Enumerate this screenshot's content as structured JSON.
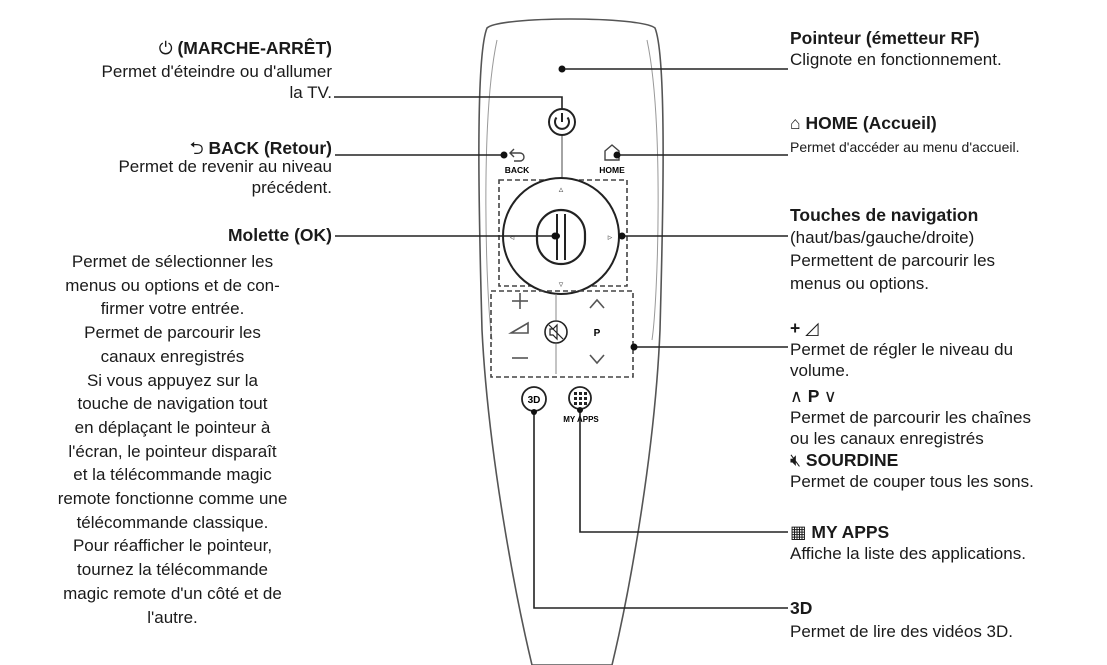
{
  "power": {
    "title": "(MARCHE-ARRÊT)",
    "desc": "Permet d'éteindre ou d'allumer\nla TV."
  },
  "back": {
    "title": "BACK (Retour)",
    "desc": "Permet de revenir au niveau\nprécédent."
  },
  "wheel": {
    "title": "Molette (OK)",
    "desc": "Permet de sélectionner les\nmenus ou options et de con-\nfirmer votre entrée.\nPermet de parcourir les\ncanaux enregistrés\nSi vous appuyez sur la\ntouche de navigation tout\nen déplaçant le pointeur à\nl'écran, le pointeur disparaît\net la télécommande magic\nremote fonctionne comme une\ntélécommande classique.\nPour réafficher le pointeur,\ntournez la télécommande\nmagic remote d'un côté et de\nl'autre."
  },
  "pointer": {
    "title": "Pointeur (émetteur RF)",
    "desc": "Clignote en fonctionnement."
  },
  "home": {
    "title": "HOME (Accueil)",
    "desc": "Permet d'accéder au menu d'accueil."
  },
  "nav": {
    "title": "Touches de navigation",
    "desc": "(haut/bas/gauche/droite)\nPermettent de parcourir les\nmenus ou options."
  },
  "volume": {
    "title": "+",
    "desc": "Permet de régler le niveau du\nvolume."
  },
  "channel": {
    "title": "P",
    "desc": "Permet de parcourir les chaînes\nou les canaux enregistrés"
  },
  "mute": {
    "title": "SOURDINE",
    "desc": "Permet de couper tous les sons."
  },
  "myapps": {
    "title": "MY APPS",
    "desc": "Affiche la liste des applications."
  },
  "threed": {
    "title": "3D",
    "desc": "Permet de lire des vidéos 3D."
  },
  "remote": {
    "back_label": "BACK",
    "home_label": "HOME",
    "p_label": "P",
    "threed_label": "3D",
    "myapps_label": "MY APPS"
  }
}
